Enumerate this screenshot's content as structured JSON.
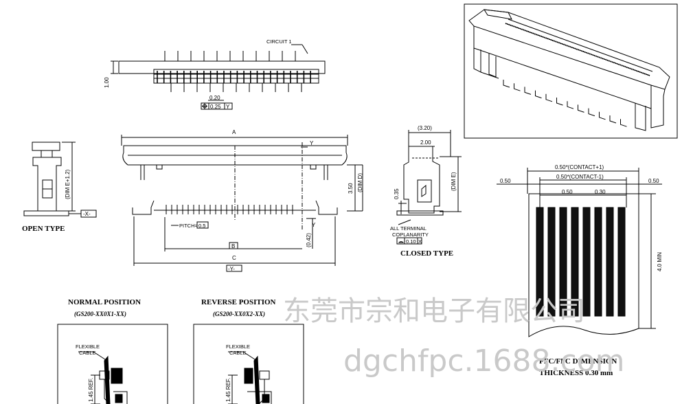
{
  "colors": {
    "ink": "#000000",
    "watermark": "#c9c9c9",
    "background": "#ffffff"
  },
  "top_view": {
    "circuit_label": "CIRCUIT 1",
    "height_dim": "1.00",
    "pitch_dim": "0.20",
    "tolerance_box": "0.25",
    "datum": "Y"
  },
  "open_type": {
    "height_dim": "(DIM E+1.2)",
    "datum": "-X-",
    "title": "OPEN TYPE"
  },
  "main_view": {
    "dim_a": "A",
    "dim_b": "B",
    "dim_c": "C",
    "datum_y": "-Y-",
    "label_y": "Y",
    "pitch_label": "PITCH=",
    "pitch_value": "0.5",
    "height_dim": "3.50",
    "dim_d": "(DIM D)",
    "offset_dim": "(0.42)"
  },
  "closed_type": {
    "width_outer": "(3.20)",
    "width_inner": "2.00",
    "height_small": "0.35",
    "dim_e": "(DIM E)",
    "coplanarity_line1": "ALL TERMINAL",
    "coplanarity_line2": "COPLANARITY",
    "coplanarity_value": "0.10",
    "coplanarity_datum": "X",
    "title": "CLOSED TYPE"
  },
  "fpc": {
    "dim_top": "0.50*(CONTACT+1)",
    "dim_second": "0.50*(CONTACT-1)",
    "left_margin": "0.50",
    "right_margin": "0.50",
    "pitch_a": "0.50",
    "pitch_b": "0.30",
    "length_min": "4.0 MIN",
    "title_line1": "FFC/FPC DIMENSION",
    "title_line2": "THICKNESS 0.30 mm"
  },
  "normal_position": {
    "title": "NORMAL POSITION",
    "part": "(GS200-XX0X1-XX)",
    "cable_line1": "FLEXIBLE",
    "cable_line2": "CABLE",
    "ref_dim": "1.45 REF."
  },
  "reverse_position": {
    "title": "REVERSE POSITION",
    "part": "(GS200-XX0X2-XX)",
    "cable_line1": "FLEXIBLE",
    "cable_line2": "CABLE",
    "ref_dim": "1.45 REF."
  },
  "watermark": {
    "company": "东莞市宗和电子有限公司",
    "domain": "dgchfpc.1688.com"
  }
}
